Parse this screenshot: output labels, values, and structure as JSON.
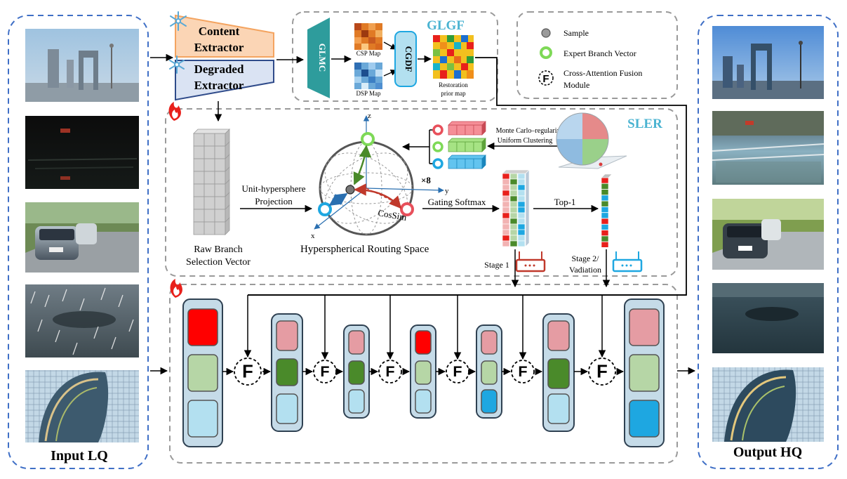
{
  "input_panel": {
    "label": "Input LQ"
  },
  "output_panel": {
    "label": "Output HQ"
  },
  "extractors": {
    "content_line1": "Content",
    "content_line2": "Extractor",
    "degraded_line1": "Degraded",
    "degraded_line2": "Extractor"
  },
  "glgf": {
    "title": "GLGF",
    "glmc": "GLMC",
    "cgdf": "CGDF",
    "csp_map": "CSP Map",
    "dsp_map": "DSP Map",
    "restoration_line1": "Restoration",
    "restoration_line2": "prior map"
  },
  "legend": {
    "sample": "Sample",
    "expert": "Expert Branch Vector",
    "fusion_line1": "Cross-Attention Fusion",
    "fusion_line2": "Module",
    "fusion_symbol": "F"
  },
  "sler": {
    "title": "SLER",
    "raw_line1": "Raw Branch",
    "raw_line2": "Selection Vector",
    "projection_line1": "Unit-hypersphere",
    "projection_line2": "Projection",
    "routing_space": "Hyperspherical Routing Space",
    "cossim": "CosSim",
    "times8": "×8",
    "axis_x": "x",
    "axis_y": "y",
    "axis_z": "z",
    "mc_line1": "Monte Carlo–regularized",
    "mc_line2": "Uniform Clustering",
    "gating": "Gating Softmax",
    "top1": "Top-1",
    "stage1": "Stage 1",
    "stage2_line1": "Stage 2/",
    "stage2_line2": "Vadiation"
  },
  "colors": {
    "blue_dash": "#3f6fc6",
    "gray_dash": "#9a9a9a",
    "glgf_title": "#4ab3d1",
    "sler_title": "#4ab3d1",
    "content_fill": "#fbd5b5",
    "content_stroke": "#f4a460",
    "degraded_fill": "#dae3f3",
    "degraded_stroke": "#2f4b8a",
    "glmc_fill": "#2e9c9c",
    "cgdf_fill": "#b3e0f0",
    "expert_red": "#e8505b",
    "expert_green": "#7ed957",
    "expert_blue": "#1ea7e1",
    "router_red": "#c0392b",
    "router_blue": "#1ea7e1"
  },
  "icons": [
    "snowflake-icon",
    "flame-icon",
    "router-icon"
  ]
}
